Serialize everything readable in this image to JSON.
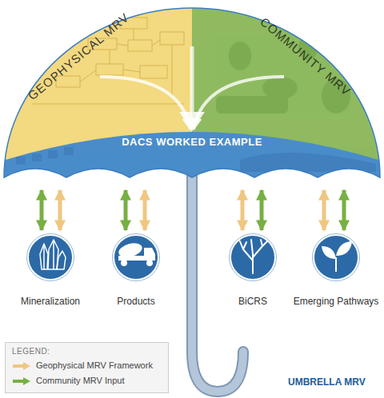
{
  "diagram": {
    "nodes": [
      {
        "text": [
          "GEOPHYSICAL MRV"
        ]
      },
      {
        "text": [
          "COMMUNITY MRV"
        ]
      },
      {
        "text": [
          "DACS WORKED EXAMPLE"
        ]
      },
      {
        "text": [
          "Mineralization"
        ]
      },
      {
        "text": [
          "Products"
        ]
      },
      {
        "text": [
          "BiCRS"
        ]
      },
      {
        "text": [
          "Emerging Pathways"
        ]
      }
    ],
    "edges": [
      {
        "from": 0,
        "to": 2,
        "arrow": "to"
      },
      {
        "from": 1,
        "to": 2,
        "arrow": "to"
      },
      {
        "from": 2,
        "to": 3,
        "arrow": "both"
      },
      {
        "from": 2,
        "to": 3,
        "arrow": "both"
      },
      {
        "from": 2,
        "to": 4,
        "arrow": "both"
      },
      {
        "from": 2,
        "to": 4,
        "arrow": "both"
      },
      {
        "from": 2,
        "to": 5,
        "arrow": "both"
      },
      {
        "from": 2,
        "to": 5,
        "arrow": "both"
      },
      {
        "from": 2,
        "to": 6,
        "arrow": "both"
      },
      {
        "from": 2,
        "to": 6,
        "arrow": "both"
      }
    ],
    "labels": [
      "LEGEND:",
      "UMBRELLA MRV"
    ],
    "legend": [
      {
        "text": "Geophysical MRV Framework"
      },
      {
        "text": "Community MRV Input"
      }
    ]
  }
}
